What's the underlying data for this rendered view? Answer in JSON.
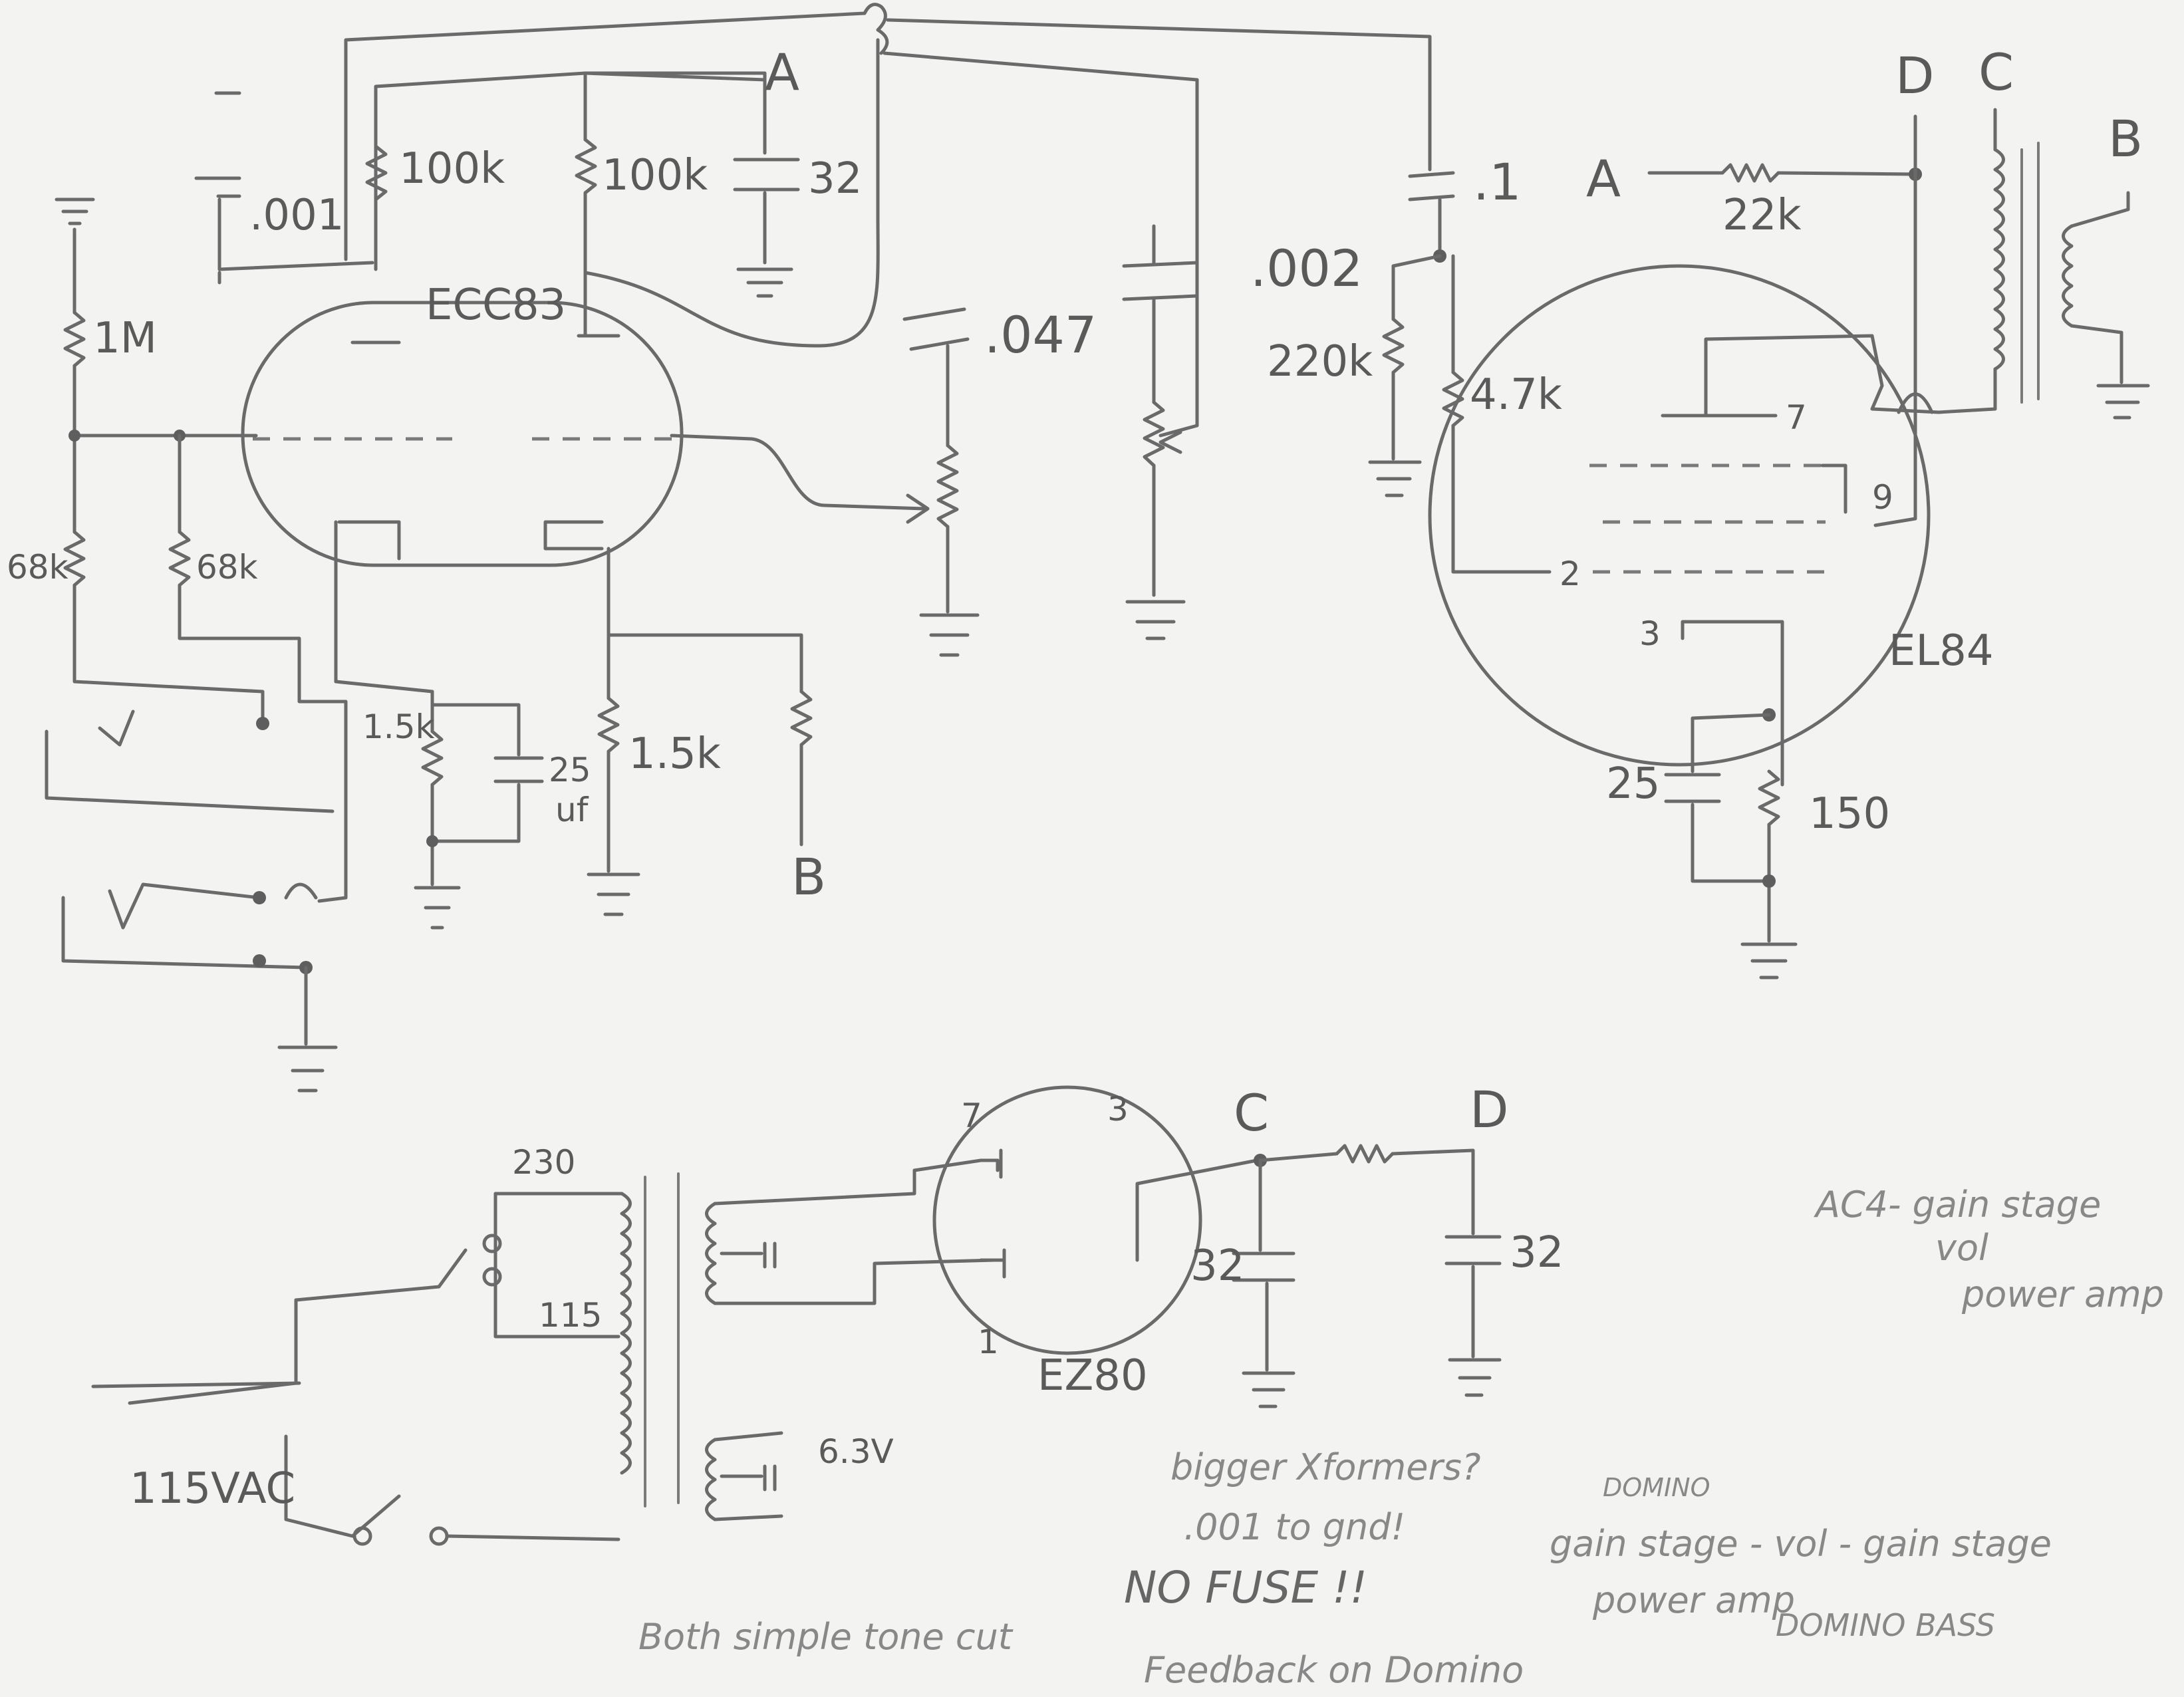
{
  "schematic": {
    "tubes": {
      "preamp": "ECC83",
      "power": "EL84",
      "rectifier": "EZ80"
    },
    "nodes": {
      "a": "A",
      "b": "B",
      "c": "C",
      "d": "D"
    },
    "components": {
      "r_plate_1": "100k",
      "r_plate_2": "100k",
      "r_grid_leak": "1M",
      "r_input_1": "68k",
      "r_input_2": "68k",
      "r_cathode_1": "1.5k",
      "r_cathode_2": "1.5k",
      "c_cathode_1": "25",
      "c_cathode_1_unit": "uf",
      "c_bright": ".001",
      "c_filter_top": "32",
      "c_coupling_1": ".047",
      "c_tone": ".002",
      "c_coupling_2": ".1",
      "r_supply": "22k",
      "r_grid_el84": "220k",
      "r_grid_stopper": "4.7k",
      "c_cathode_el84": "25",
      "r_cathode_el84": "150",
      "c_filter_c": "32",
      "c_filter_d": "32"
    },
    "pins": {
      "el84_plate": "7",
      "el84_screen": "9",
      "el84_grid": "2",
      "el84_cathode": "3",
      "ez80_a": "7",
      "ez80_b": "3",
      "ez80_c": "1"
    },
    "power": {
      "tap_230": "230",
      "tap_115": "115",
      "mains": "115VAC",
      "heater": "6.3V"
    }
  },
  "notes": {
    "ac4_1": "AC4- gain stage",
    "ac4_2": "vol",
    "ac4_3": "power amp",
    "q1": "bigger Xformers?",
    "q2": ".001 to gnd!",
    "no_fuse": "NO FUSE !!",
    "tone": "Both simple tone cut",
    "feedback": "Feedback on Domino",
    "domino_1": "DOMINO",
    "domino_2": "gain stage - vol - gain stage",
    "domino_3": "power amp",
    "domino_bass": "DOMINO BASS"
  }
}
